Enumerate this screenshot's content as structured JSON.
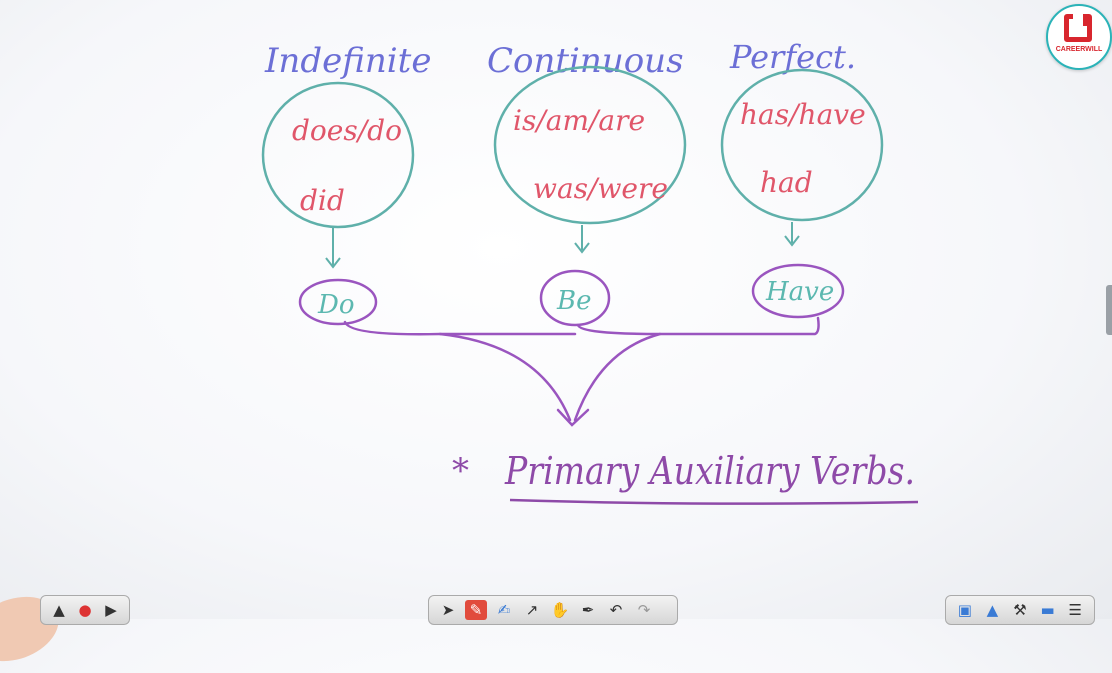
{
  "headings": {
    "indefinite": "Indefinite",
    "continuous": "Continuous",
    "perfect": "Perfect."
  },
  "groups": {
    "indefinite": [
      "does/do",
      "did"
    ],
    "continuous": [
      "is/am/are",
      "was/were"
    ],
    "perfect": [
      "has/have",
      "had"
    ]
  },
  "auxiliaries": {
    "do": "Do",
    "be": "Be",
    "have": "Have"
  },
  "conclusion": {
    "star": "*",
    "text": "Primary Auxiliary Verbs."
  },
  "logo": {
    "text": "CAREERWILL"
  },
  "colors": {
    "heading": "#6c6fd6",
    "verb": "#e0566a",
    "circle": "#5fb0aa",
    "aux_text": "#5cb8b0",
    "aux_ring": "#9a55bf",
    "conclusion": "#8e4aa8"
  },
  "toolbars": {
    "left": [
      "pointer-icon",
      "record-icon",
      "play-icon"
    ],
    "center": [
      "cursor-icon",
      "pencil-icon",
      "highlighter-icon",
      "line-icon",
      "hand-icon",
      "pen-icon",
      "undo-icon",
      "redo-icon"
    ],
    "right": [
      "image-icon",
      "shapes-icon",
      "tools-icon",
      "screen-icon",
      "menu-icon"
    ]
  }
}
